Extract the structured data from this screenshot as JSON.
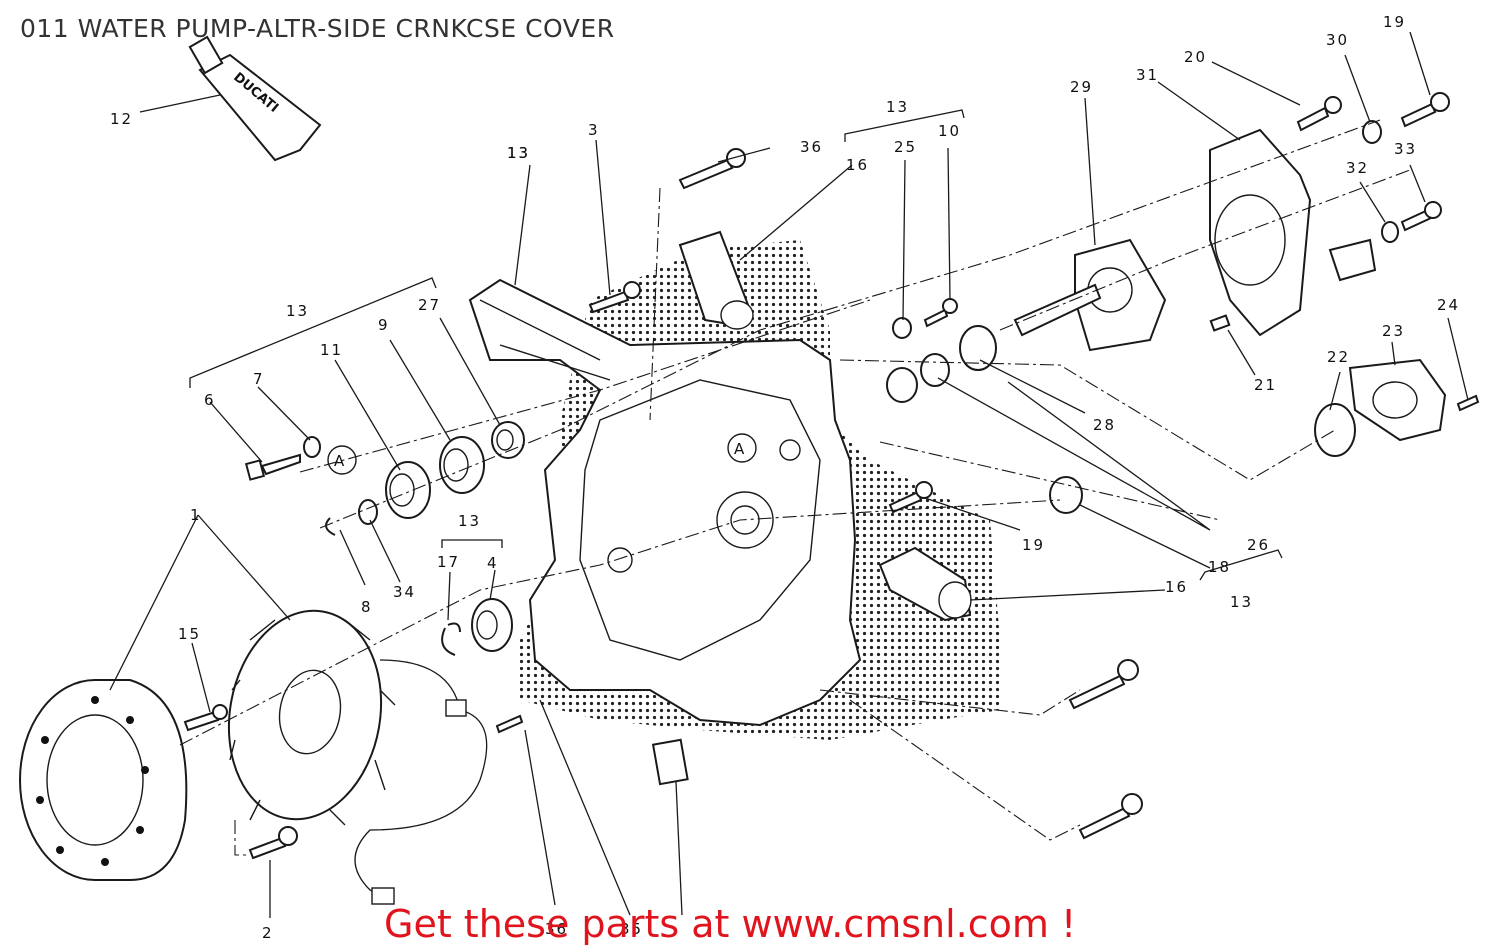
{
  "title": "011 WATER PUMP-ALTR-SIDE CRNKCSE COVER",
  "footer": {
    "link_text": "Get these parts at www.cmsnl.com !"
  },
  "tube_brand": "DUCATI",
  "reference_marks": [
    "A",
    "A"
  ],
  "callouts": [
    "1",
    "2",
    "3",
    "4",
    "6",
    "7",
    "8",
    "9",
    "10",
    "11",
    "12",
    "13",
    "13",
    "13",
    "13",
    "13",
    "13",
    "15",
    "16",
    "16",
    "17",
    "18",
    "19",
    "19",
    "20",
    "21",
    "22",
    "23",
    "24",
    "25",
    "26",
    "27",
    "28",
    "29",
    "30",
    "31",
    "32",
    "33",
    "34",
    "35",
    "36",
    "36"
  ],
  "colors": {
    "footer": "#e0141c",
    "line": "#1a1a1a",
    "title": "#333333"
  }
}
